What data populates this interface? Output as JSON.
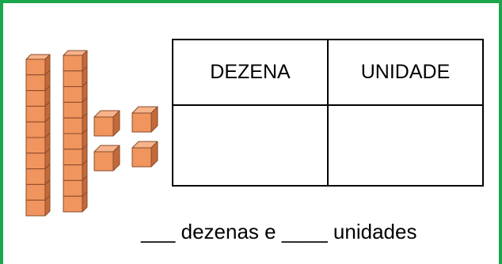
{
  "table": {
    "header_tens": "DEZENA",
    "header_units": "UNIDADE",
    "value_tens": "",
    "value_units": ""
  },
  "answer": {
    "blank_tens": "___",
    "word_tens": "dezenas e",
    "blank_units": "____",
    "word_units": "unidades"
  },
  "blocks": {
    "tens_rods": 2,
    "unit_cubes": 4,
    "fill_color": "#f0955e",
    "top_color": "#f7b48b",
    "side_color": "#c46a3a",
    "edge_color": "#8a4a2a"
  },
  "frame_color": "#1aa64a"
}
